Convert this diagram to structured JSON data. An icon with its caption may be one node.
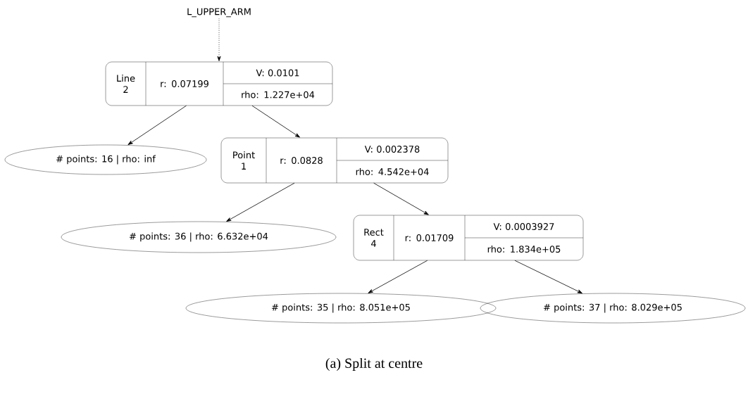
{
  "diagram": {
    "caption": "(a) Split at centre",
    "nodes": [
      {
        "text": [
          "L_UPPER_ARM"
        ]
      },
      {
        "text": [
          "Line 2",
          "r: 0.07199",
          "V: 0.0101",
          "rho: 1.227e+04"
        ]
      },
      {
        "text": [
          "# points: 16 | rho: inf"
        ]
      },
      {
        "text": [
          "Point 1",
          "r: 0.0828",
          "V: 0.002378",
          "rho: 4.542e+04"
        ]
      },
      {
        "text": [
          "# points: 36 | rho: 6.632e+04"
        ]
      },
      {
        "text": [
          "Rect 4",
          "r: 0.01709",
          "V: 0.0003927",
          "rho: 1.834e+05"
        ]
      },
      {
        "text": [
          "# points: 35 | rho: 8.051e+05"
        ]
      },
      {
        "text": [
          "# points: 37 | rho: 8.029e+05"
        ]
      }
    ],
    "edges": [
      {
        "from": 0,
        "to": 1,
        "arrow": "to",
        "style": "dashed"
      },
      {
        "from": 1,
        "to": 2,
        "arrow": "to"
      },
      {
        "from": 1,
        "to": 3,
        "arrow": "to"
      },
      {
        "from": 3,
        "to": 4,
        "arrow": "to"
      },
      {
        "from": 3,
        "to": 5,
        "arrow": "to"
      },
      {
        "from": 5,
        "to": 6,
        "arrow": "to"
      },
      {
        "from": 5,
        "to": 7,
        "arrow": "to"
      }
    ]
  }
}
